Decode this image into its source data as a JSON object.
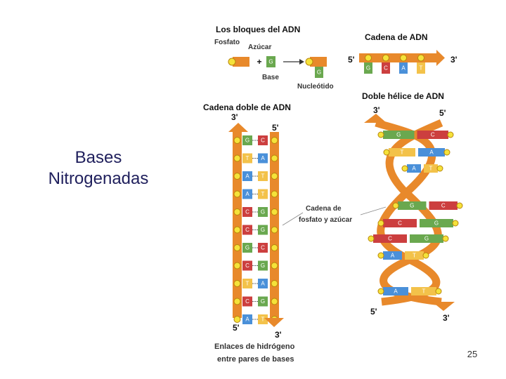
{
  "slide": {
    "title_line1": "Bases",
    "title_line2": "Nitrogenadas",
    "page_number": "25"
  },
  "figure": {
    "building_blocks_title": "Los bloques del ADN",
    "phosphate_label": "Fosfato",
    "sugar_label": "Azúcar",
    "base_label": "Base",
    "nucleotide_label": "Nucleótido",
    "plus_sign": "+",
    "chain_title": "Cadena de ADN",
    "double_chain_title": "Cadena doble de ADN",
    "helix_title": "Doble hélice de ADN",
    "backbone_label_line1": "Cadena de",
    "backbone_label_line2": "fosfato y azúcar",
    "hbond_label_line1": "Enlaces de hidrógeno",
    "hbond_label_line2": "entre pares de bases",
    "prime5": "5'",
    "prime3": "3'",
    "single_chain_bases": [
      "G",
      "C",
      "A",
      "T"
    ],
    "ladder_pairs": [
      [
        "G",
        "C"
      ],
      [
        "T",
        "A"
      ],
      [
        "A",
        "T"
      ],
      [
        "A",
        "T"
      ],
      [
        "C",
        "G"
      ],
      [
        "C",
        "G"
      ],
      [
        "G",
        "C"
      ],
      [
        "C",
        "G"
      ],
      [
        "T",
        "A"
      ],
      [
        "C",
        "G"
      ],
      [
        "A",
        "T"
      ]
    ],
    "helix_pairs": [
      [
        "G",
        "C"
      ],
      [
        "T",
        "A"
      ],
      [
        "A",
        "T"
      ],
      [
        "G",
        "C"
      ],
      [
        "C",
        "G"
      ],
      [
        "C",
        "G"
      ],
      [
        "A",
        "T"
      ],
      [
        "A",
        "T"
      ]
    ],
    "colors": {
      "backbone": "#e8892b",
      "phosphate": "#f5e23a",
      "G": "#6aa84f",
      "C": "#cc3f3f",
      "A": "#4a90d9",
      "T": "#f3c24a",
      "title": "#1f1f5c"
    }
  }
}
